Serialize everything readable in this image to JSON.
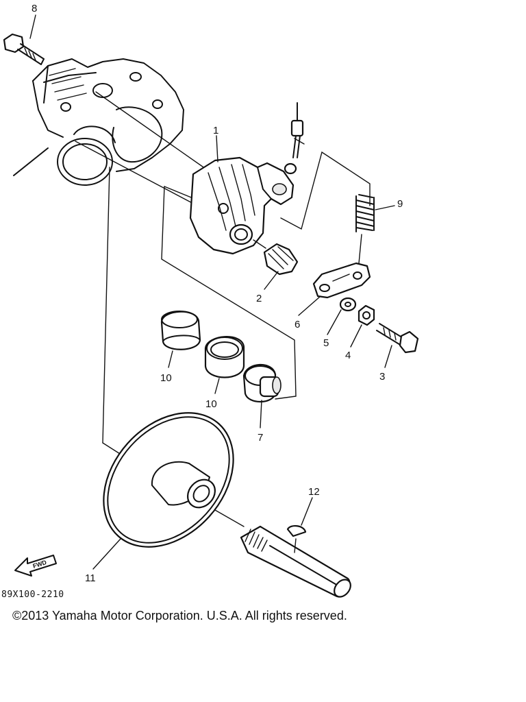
{
  "diagram": {
    "drawing_code": "89X100-2210",
    "copyright": "©2013 Yamaha Motor Corporation. U.S.A. All rights reserved.",
    "fwd_label": "FWD",
    "callouts": [
      {
        "id": "1",
        "label": "1"
      },
      {
        "id": "2",
        "label": "2"
      },
      {
        "id": "3",
        "label": "3"
      },
      {
        "id": "4",
        "label": "4"
      },
      {
        "id": "5",
        "label": "5"
      },
      {
        "id": "6",
        "label": "6"
      },
      {
        "id": "7",
        "label": "7"
      },
      {
        "id": "8",
        "label": "8"
      },
      {
        "id": "9",
        "label": "9"
      },
      {
        "id": "10a",
        "label": "10"
      },
      {
        "id": "10b",
        "label": "10"
      },
      {
        "id": "11",
        "label": "11"
      },
      {
        "id": "12",
        "label": "12"
      }
    ]
  }
}
